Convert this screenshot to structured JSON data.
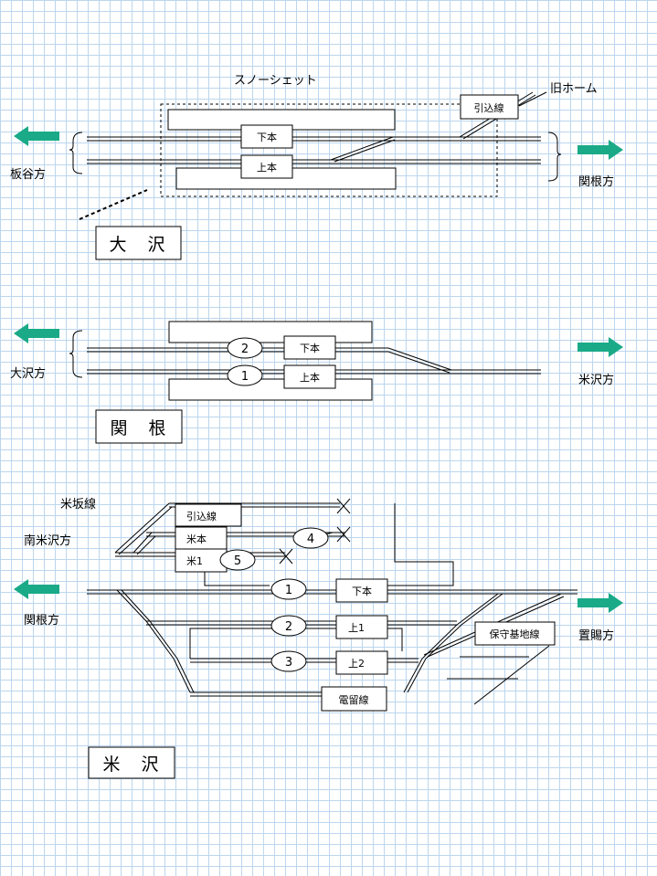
{
  "colors": {
    "arrow": "#1aaa88",
    "grid": "#bcd6ee",
    "line": "#000000"
  },
  "osawa": {
    "name": "大　沢",
    "snowshed": "スノーシェット",
    "old_home": "旧ホーム",
    "siding": "引込線",
    "down": "下本",
    "up": "上本",
    "dir_left": "板谷方",
    "dir_right": "関根方"
  },
  "sekine": {
    "name": "関　根",
    "down": "下本",
    "up": "上本",
    "circle_down": "2",
    "circle_up": "1",
    "dir_left": "大沢方",
    "dir_right": "米沢方"
  },
  "yonezawa": {
    "name": "米　沢",
    "yonesaka": "米坂線",
    "minami": "南米沢方",
    "siding": "引込線",
    "yone_main": "米本",
    "yone1": "米1",
    "down": "下本",
    "up1": "上1",
    "up2": "上2",
    "densha": "電留線",
    "hoshu": "保守基地線",
    "circle_1": "1",
    "circle_2": "2",
    "circle_3": "3",
    "circle_4": "4",
    "circle_5": "5",
    "dir_left": "関根方",
    "dir_right": "置賜方"
  }
}
